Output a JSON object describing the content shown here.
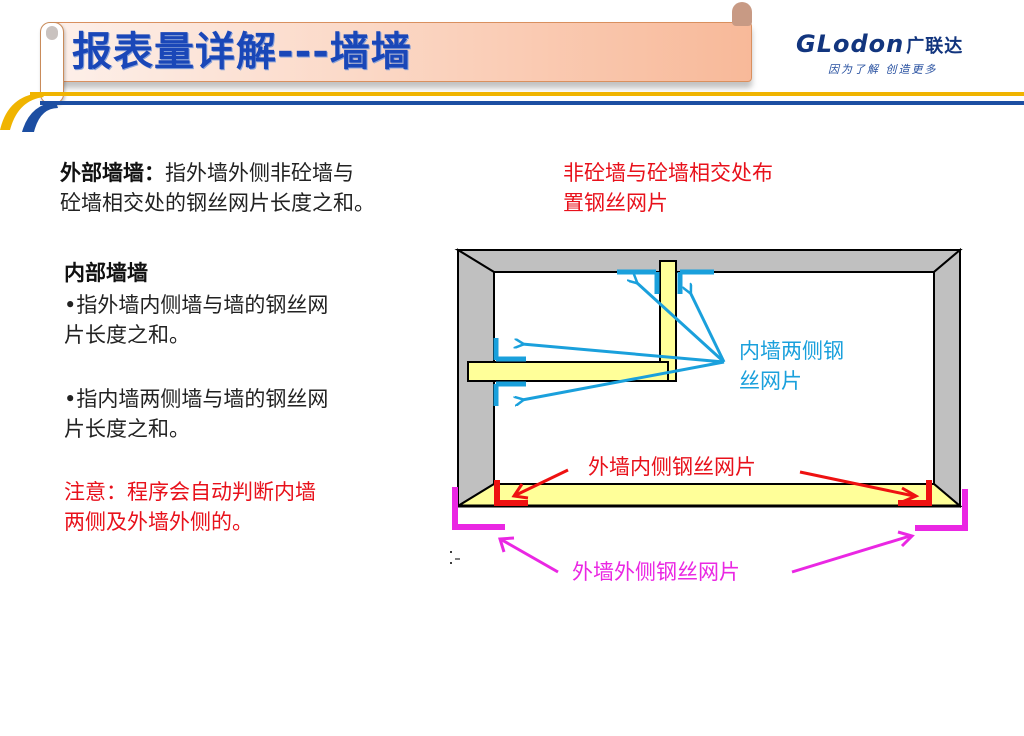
{
  "header": {
    "title": "报表量详解---墙墙",
    "logo_text": "GLodon",
    "logo_cn": "广联达",
    "slogan": "因为了解  创造更多"
  },
  "left": {
    "external": {
      "label": "外部墙墙：",
      "line1": "指外墙外侧非砼墙与",
      "line2": "砼墙相交处的钢丝网片长度之和。"
    },
    "internal": {
      "heading": "内部墙墙",
      "bullets": [
        {
          "line1": "•指外墙内侧墙与墙的钢丝网",
          "line2": "片长度之和。"
        },
        {
          "line1": "•指内墙两侧墙与墙的钢丝网",
          "line2": "片长度之和。"
        }
      ]
    },
    "note": {
      "line1": "注意：程序会自动判断内墙",
      "line2": "两侧及外墙外侧的。"
    }
  },
  "right": {
    "caption_line1": "非砼墙与砼墙相交处布",
    "caption_line2": "置钢丝网片"
  },
  "diagram": {
    "labels": {
      "inner_both_sides_line1": "内墙两侧钢",
      "inner_both_sides_line2": "丝网片",
      "outer_wall_inner_side": "外墙内侧钢丝网片",
      "outer_wall_outer_side": "外墙外侧钢丝网片"
    },
    "colors": {
      "wall_gray": "#c0c0c0",
      "inner_wall_yellow": "#ffff99",
      "inner_mesh": "#1aa0dc",
      "outer_inner_mesh": "#ee1111",
      "outer_outer_mesh": "#ea27e3"
    }
  }
}
